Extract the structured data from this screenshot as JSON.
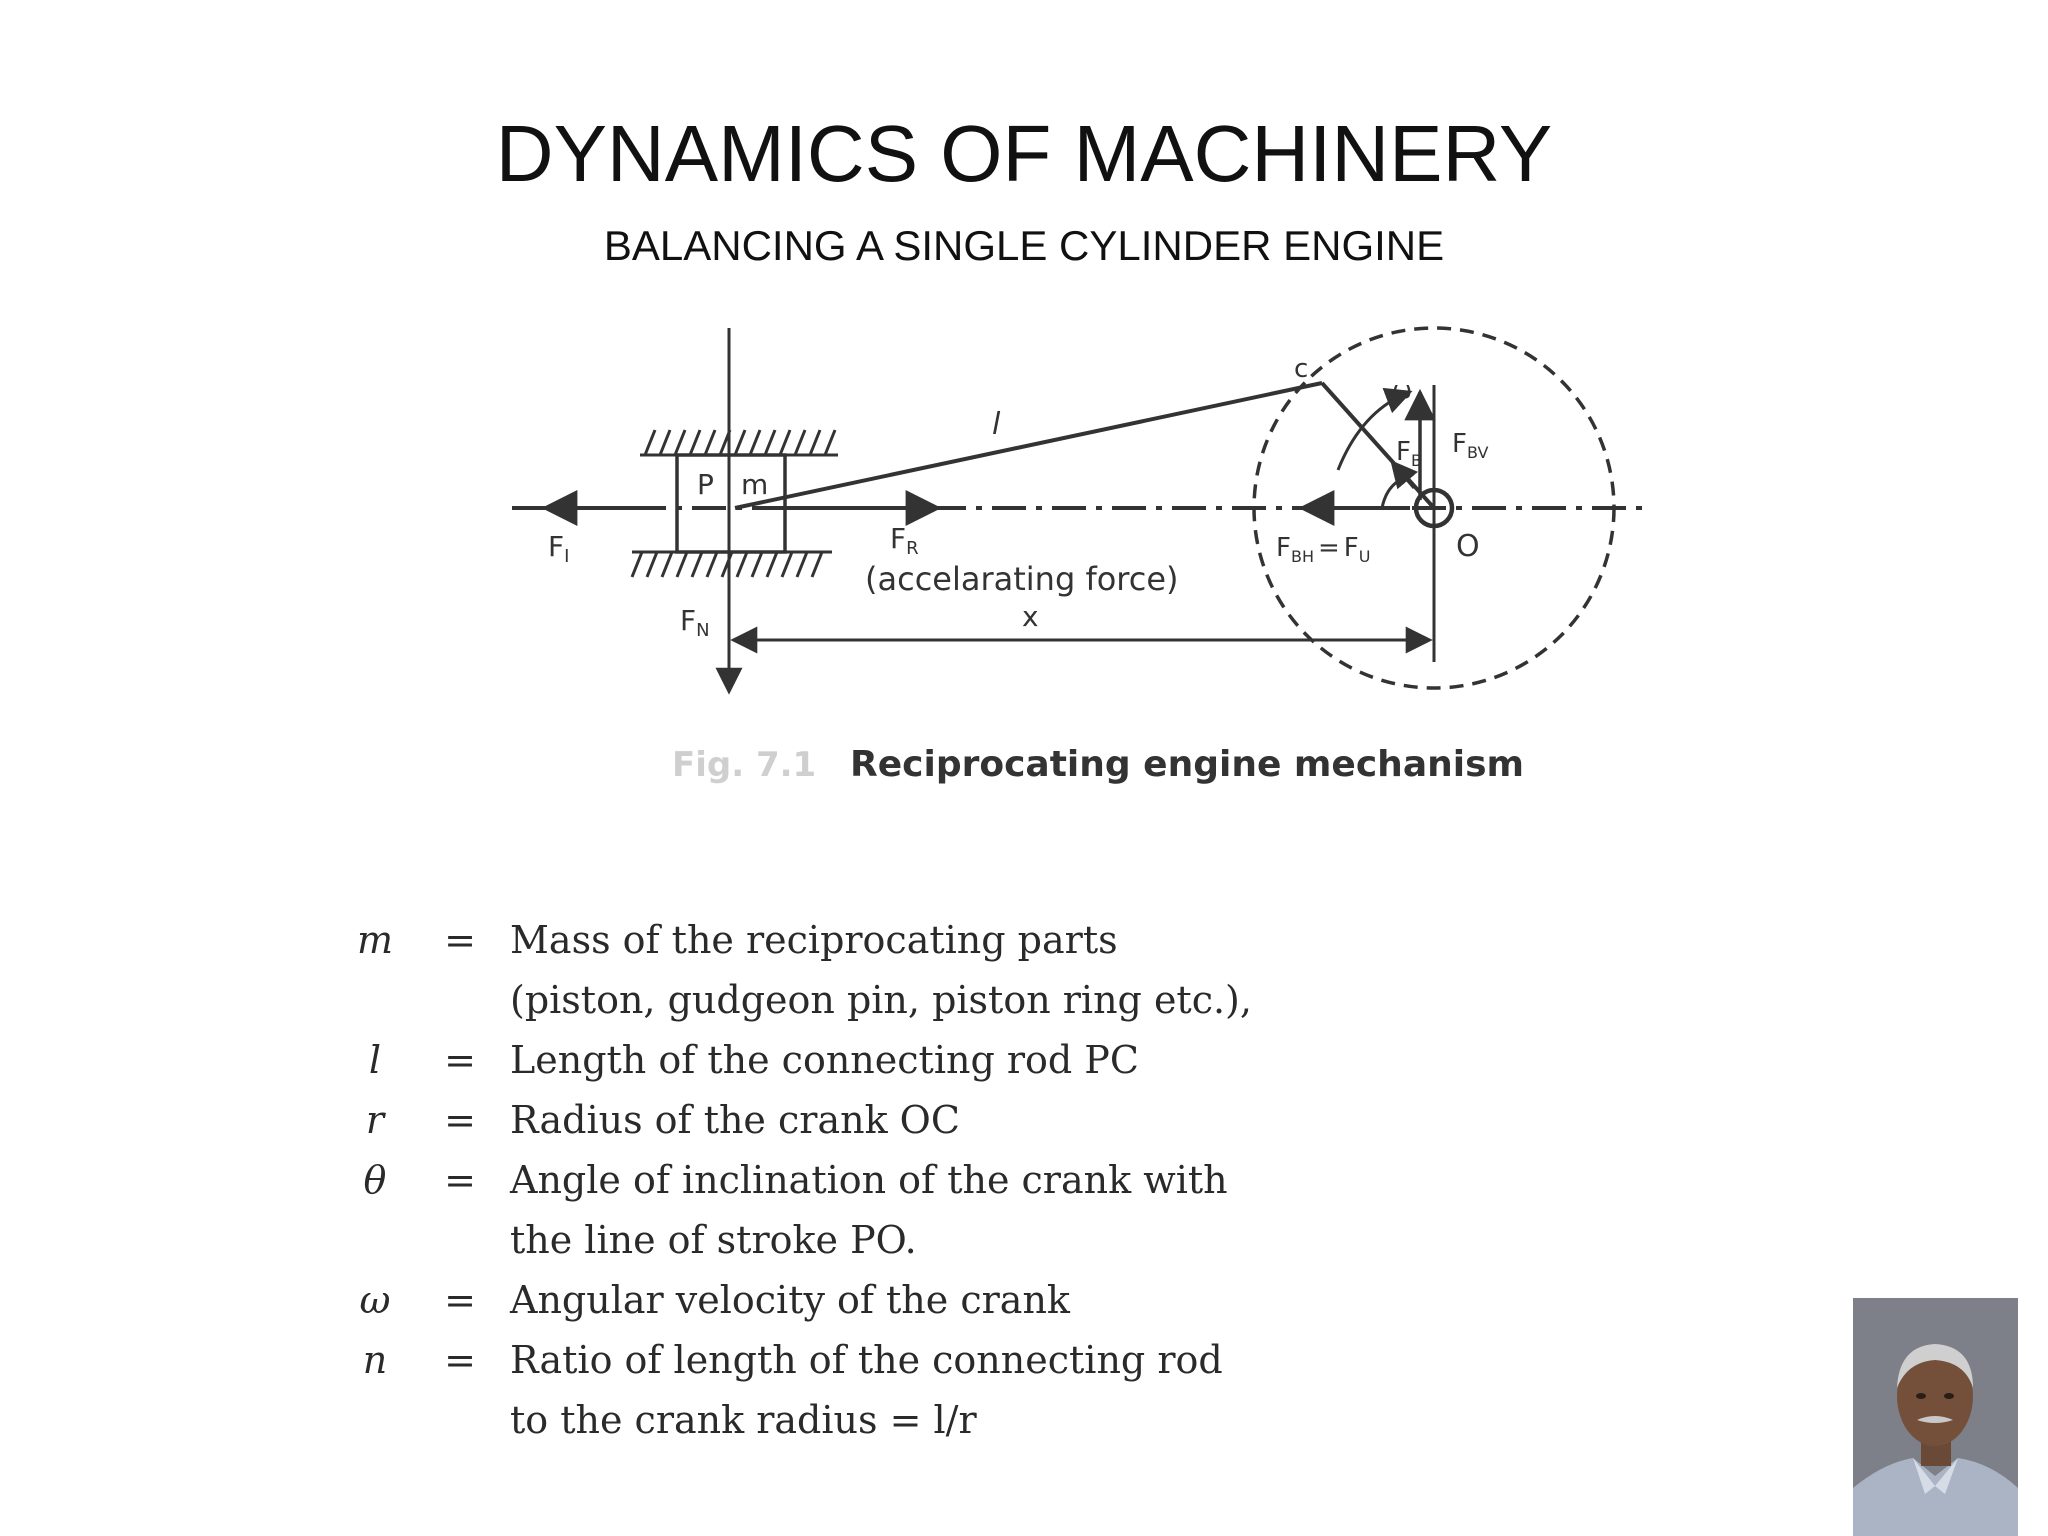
{
  "slide": {
    "title": "DYNAMICS OF MACHINERY",
    "subtitle": "BALANCING A SINGLE CYLINDER ENGINE"
  },
  "diagram": {
    "labels": {
      "piston": "P",
      "mass": "m",
      "rod_length": "l",
      "crank_pin": "c",
      "crank_center": "O",
      "omega": "ω",
      "inertia_force": "F",
      "inertia_force_sub": "I",
      "accel_force": "F",
      "accel_force_sub": "R",
      "accel_force_desc": "(accelarating force)",
      "normal_force": "F",
      "normal_force_sub": "N",
      "distance": "x",
      "force_b": "F",
      "force_b_sub": "B",
      "force_bv": "F",
      "force_bv_sub": "BV",
      "force_bh": "F",
      "force_bh_sub": "BH",
      "force_bh_eq": "=",
      "force_u": "F",
      "force_u_sub": "U"
    },
    "caption_prefix": "Fig. 7.1",
    "caption": "Reciprocating engine mechanism"
  },
  "definitions": [
    {
      "symbol": "m",
      "eq": "=",
      "lines": [
        "Mass of the reciprocating parts",
        "(piston, gudgeon pin, piston ring etc.),"
      ]
    },
    {
      "symbol": "l",
      "eq": "=",
      "lines": [
        "Length of the connecting rod PC"
      ]
    },
    {
      "symbol": "r",
      "eq": "=",
      "lines": [
        "Radius of the crank OC"
      ]
    },
    {
      "symbol": "θ",
      "eq": "=",
      "lines": [
        "Angle of inclination of the crank with",
        "the line of stroke PO."
      ]
    },
    {
      "symbol": "ω",
      "eq": "=",
      "lines": [
        "Angular velocity of the crank"
      ]
    },
    {
      "symbol": "n",
      "eq": "=",
      "lines": [
        "Ratio of length of the connecting rod",
        "to the crank radius = l/r"
      ]
    }
  ],
  "presenter": {
    "photo": "presenter-photo"
  }
}
